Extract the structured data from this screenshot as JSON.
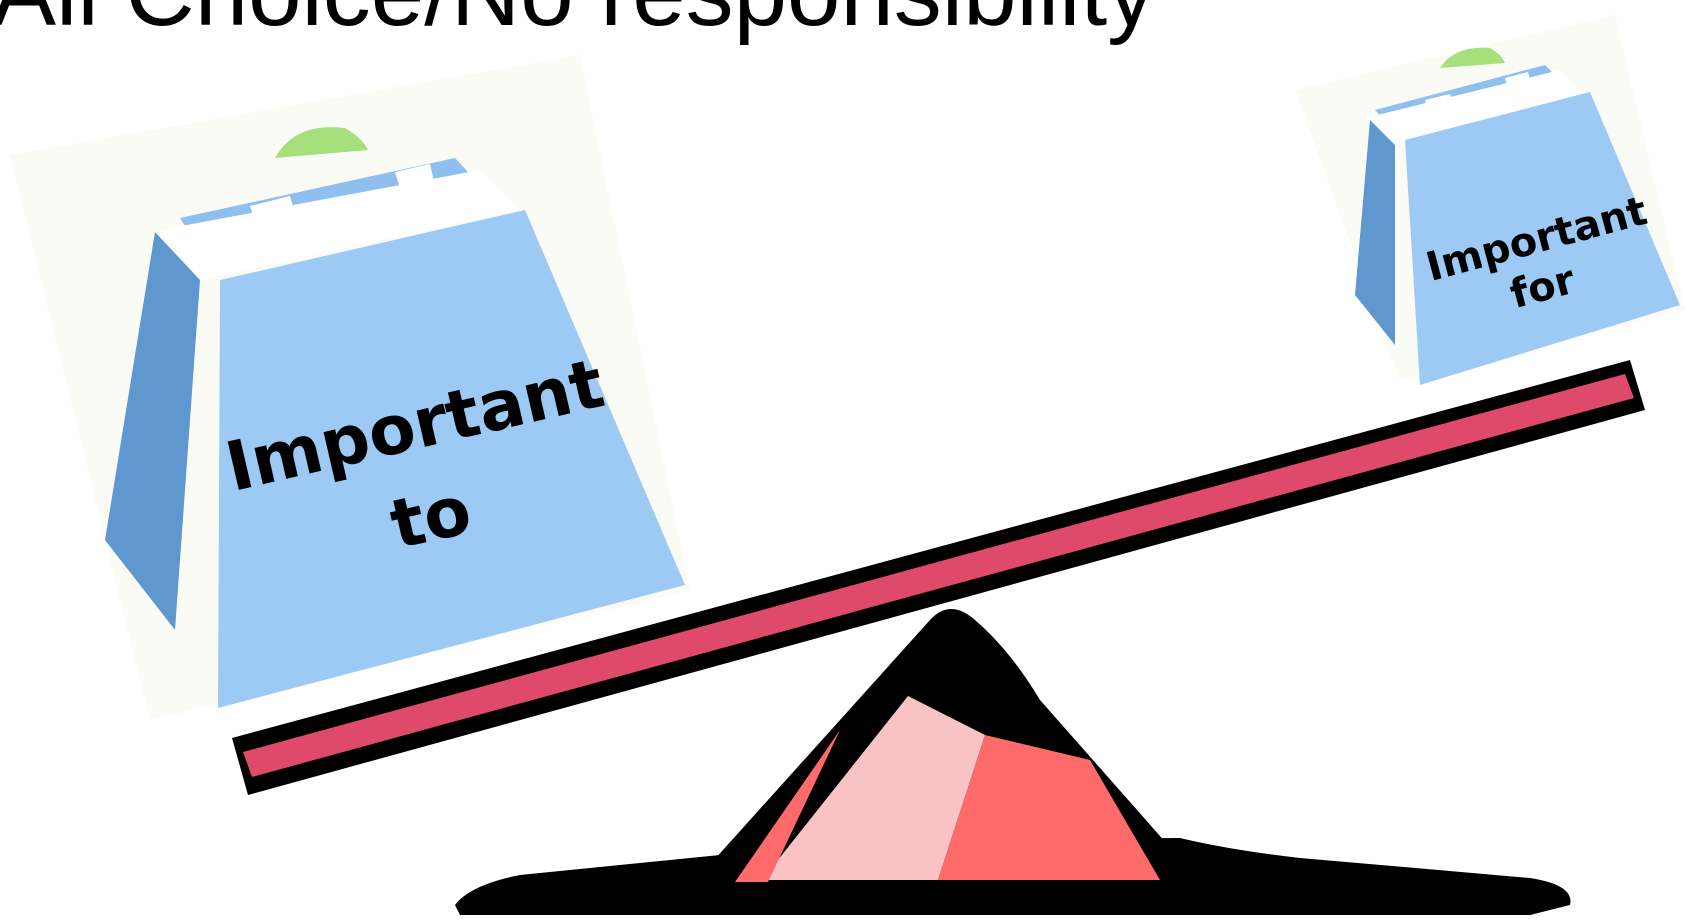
{
  "slide": {
    "title": "All Choice/No responsibility"
  },
  "diagram": {
    "left_weight": {
      "line1": "Important",
      "line2": "to"
    },
    "right_weight": {
      "line1": "Important",
      "line2": "for"
    },
    "colors": {
      "weight_face": "#9ccaf5",
      "weight_side": "#5f97cf",
      "weight_top": "#8fbfee",
      "weight_handle": "#a6e07c",
      "plank": "#e04a6a",
      "fulcrum_outline": "#000000",
      "fulcrum_light": "#f9c3c3",
      "fulcrum_mid": "#ff6b6b"
    }
  }
}
